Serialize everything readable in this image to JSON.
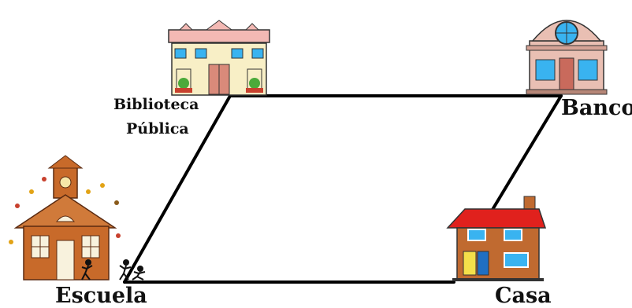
{
  "locations": {
    "library": {
      "line1": "Biblioteca",
      "line2": "Pública",
      "icon": "library-building-icon"
    },
    "bank": {
      "label": "Banco",
      "icon": "bank-building-icon"
    },
    "school": {
      "label": "Escuela",
      "icon": "schoolhouse-icon"
    },
    "home": {
      "label": "Casa",
      "icon": "house-icon"
    }
  },
  "colors": {
    "path": "#000000",
    "roof_red": "#e0211d",
    "school_brick": "#c86a2a",
    "house_wall": "#c06a30",
    "library_pink": "#f3b9b4",
    "library_cream": "#f8efc6",
    "bank_pink": "#e9bfb3",
    "window_blue": "#39b3f0"
  }
}
